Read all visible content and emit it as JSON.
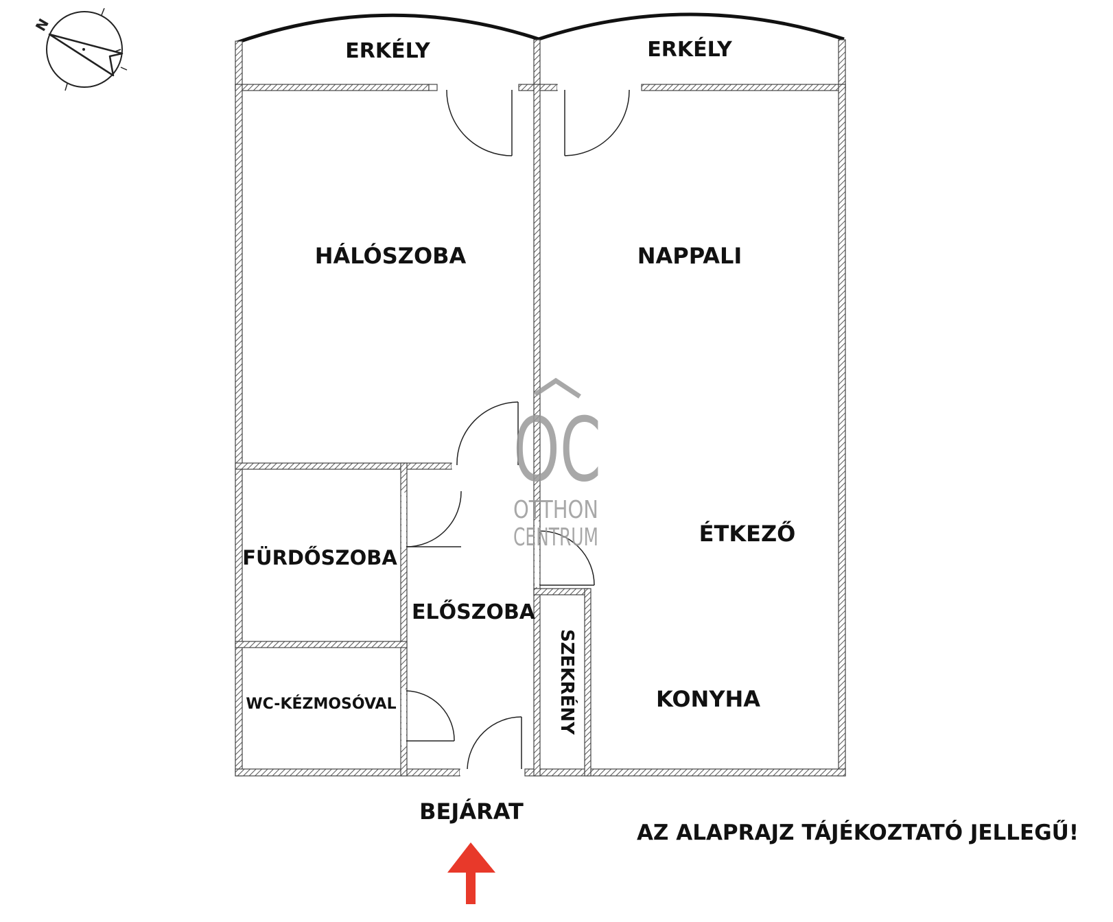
{
  "rooms": {
    "balcony_left": "ERKÉLY",
    "balcony_right": "ERKÉLY",
    "bedroom": "HÁLÓSZOBA",
    "living_room": "NAPPALI",
    "dining": "ÉTKEZŐ",
    "bathroom": "FÜRDŐSZOBA",
    "hallway": "ELŐSZOBA",
    "wardrobe": "SZEKRÉNY",
    "toilet": "WC-KÉZMOSÓVAL",
    "kitchen": "KONYHA"
  },
  "entrance_label": "BEJÁRAT",
  "disclaimer": "AZ ALAPRAJZ TÁJÉKOZTATÓ JELLEGŰ!",
  "compass": {
    "north_label": "N"
  },
  "logo": {
    "monogram": "OC",
    "line1": "OTTHON",
    "line2": "CENTRUM"
  },
  "colors": {
    "arrow": "#e8392a",
    "wall": "#555555",
    "logo": "#9a9a9a"
  }
}
